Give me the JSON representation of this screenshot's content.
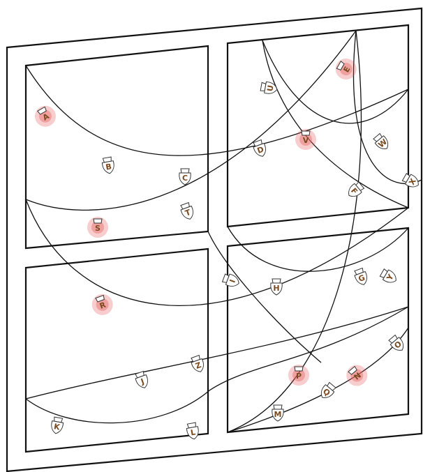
{
  "bulbs": [
    {
      "letter": "A",
      "lit": true
    },
    {
      "letter": "B",
      "lit": false
    },
    {
      "letter": "C",
      "lit": false
    },
    {
      "letter": "D",
      "lit": false
    },
    {
      "letter": "E",
      "lit": true
    },
    {
      "letter": "F",
      "lit": false
    },
    {
      "letter": "G",
      "lit": false
    },
    {
      "letter": "H",
      "lit": false
    },
    {
      "letter": "I",
      "lit": false
    },
    {
      "letter": "J",
      "lit": false
    },
    {
      "letter": "K",
      "lit": false
    },
    {
      "letter": "L",
      "lit": false
    },
    {
      "letter": "M",
      "lit": false
    },
    {
      "letter": "N",
      "lit": true
    },
    {
      "letter": "O",
      "lit": false
    },
    {
      "letter": "P",
      "lit": true
    },
    {
      "letter": "Q",
      "lit": false
    },
    {
      "letter": "R",
      "lit": true
    },
    {
      "letter": "S",
      "lit": true
    },
    {
      "letter": "T",
      "lit": false
    },
    {
      "letter": "U",
      "lit": false
    },
    {
      "letter": "V",
      "lit": true
    },
    {
      "letter": "W",
      "lit": false
    },
    {
      "letter": "X",
      "lit": false
    },
    {
      "letter": "Y",
      "lit": false
    },
    {
      "letter": "Z",
      "lit": false
    }
  ],
  "colors": {
    "frame": "#111111",
    "wire": "#111111",
    "letter": "#7a4a1e",
    "glow": "#e24a4a"
  }
}
